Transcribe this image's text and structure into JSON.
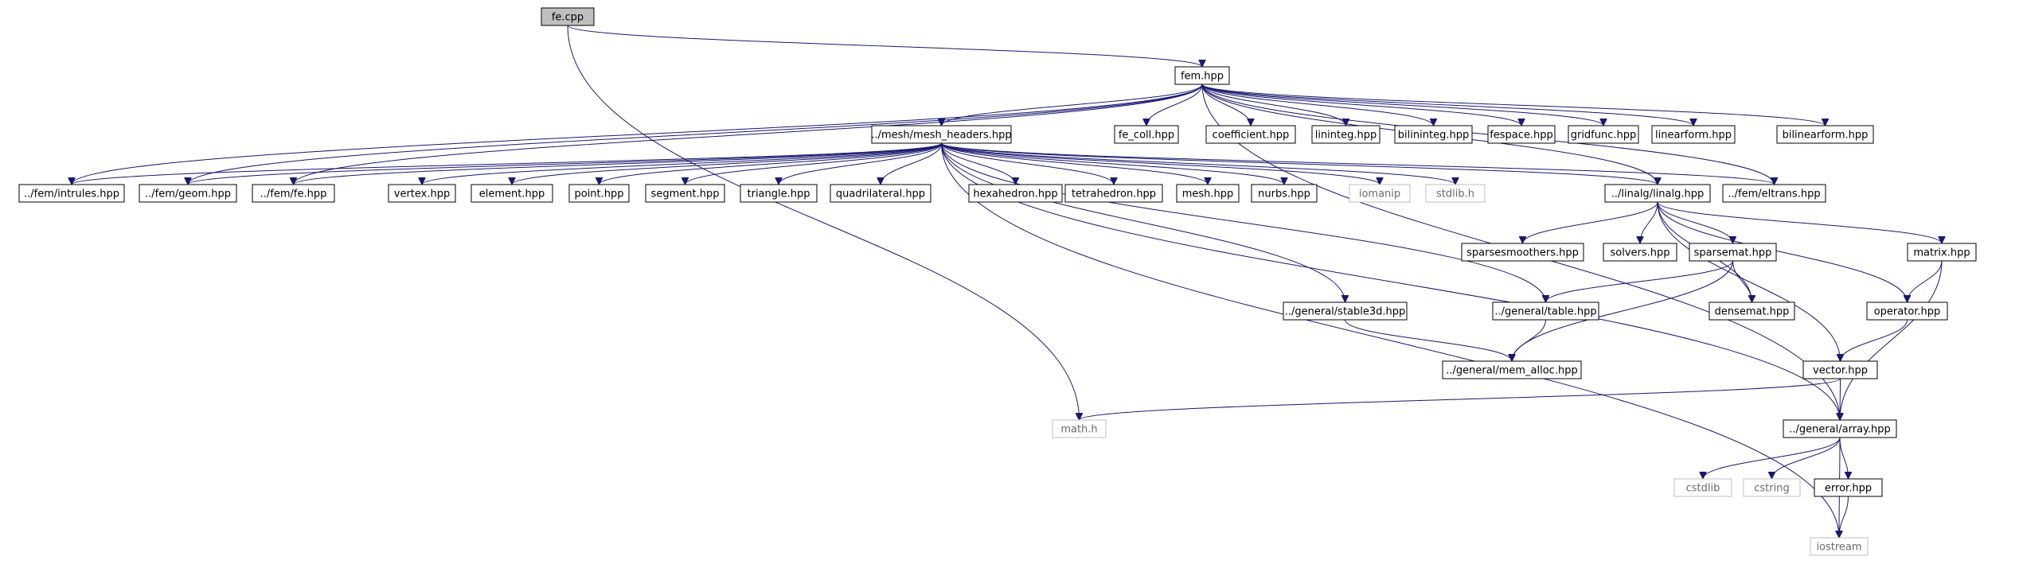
{
  "graph": {
    "root": "fe.cpp",
    "colors": {
      "edge": "#191970",
      "node_border": "#000000",
      "system_border": "#bfbfbf",
      "root_fill": "#bfbfbf",
      "system_text": "#6b6b6b"
    },
    "nodes": [
      {
        "id": "fe_cpp",
        "label": "fe.cpp",
        "kind": "root"
      },
      {
        "id": "fem_hpp",
        "label": "fem.hpp",
        "kind": "file"
      },
      {
        "id": "mesh_headers",
        "label": "../mesh/mesh_headers.hpp",
        "kind": "file"
      },
      {
        "id": "fe_coll",
        "label": "fe_coll.hpp",
        "kind": "file"
      },
      {
        "id": "coefficient",
        "label": "coefficient.hpp",
        "kind": "file"
      },
      {
        "id": "lininteg",
        "label": "lininteg.hpp",
        "kind": "file"
      },
      {
        "id": "bilininteg",
        "label": "bilininteg.hpp",
        "kind": "file"
      },
      {
        "id": "fespace",
        "label": "fespace.hpp",
        "kind": "file"
      },
      {
        "id": "gridfunc",
        "label": "gridfunc.hpp",
        "kind": "file"
      },
      {
        "id": "linearform",
        "label": "linearform.hpp",
        "kind": "file"
      },
      {
        "id": "bilinearform",
        "label": "bilinearform.hpp",
        "kind": "file"
      },
      {
        "id": "intrules",
        "label": "../fem/intrules.hpp",
        "kind": "file"
      },
      {
        "id": "geom",
        "label": "../fem/geom.hpp",
        "kind": "file"
      },
      {
        "id": "fe_hpp",
        "label": "../fem/fe.hpp",
        "kind": "file"
      },
      {
        "id": "vertex",
        "label": "vertex.hpp",
        "kind": "file"
      },
      {
        "id": "element",
        "label": "element.hpp",
        "kind": "file"
      },
      {
        "id": "point",
        "label": "point.hpp",
        "kind": "file"
      },
      {
        "id": "segment",
        "label": "segment.hpp",
        "kind": "file"
      },
      {
        "id": "triangle",
        "label": "triangle.hpp",
        "kind": "file"
      },
      {
        "id": "quadrilateral",
        "label": "quadrilateral.hpp",
        "kind": "file"
      },
      {
        "id": "hexahedron",
        "label": "hexahedron.hpp",
        "kind": "file"
      },
      {
        "id": "tetrahedron",
        "label": "tetrahedron.hpp",
        "kind": "file"
      },
      {
        "id": "mesh",
        "label": "mesh.hpp",
        "kind": "file"
      },
      {
        "id": "nurbs",
        "label": "nurbs.hpp",
        "kind": "file"
      },
      {
        "id": "iomanip",
        "label": "iomanip",
        "kind": "system"
      },
      {
        "id": "stdlib",
        "label": "stdlib.h",
        "kind": "system"
      },
      {
        "id": "linalg",
        "label": "../linalg/linalg.hpp",
        "kind": "file"
      },
      {
        "id": "eltrans",
        "label": "../fem/eltrans.hpp",
        "kind": "file"
      },
      {
        "id": "sparsesmoothers",
        "label": "sparsesmoothers.hpp",
        "kind": "file"
      },
      {
        "id": "solvers",
        "label": "solvers.hpp",
        "kind": "file"
      },
      {
        "id": "sparsemat",
        "label": "sparsemat.hpp",
        "kind": "file"
      },
      {
        "id": "matrix",
        "label": "matrix.hpp",
        "kind": "file"
      },
      {
        "id": "stable3d",
        "label": "../general/stable3d.hpp",
        "kind": "file"
      },
      {
        "id": "table",
        "label": "../general/table.hpp",
        "kind": "file"
      },
      {
        "id": "densemat",
        "label": "densemat.hpp",
        "kind": "file"
      },
      {
        "id": "operator",
        "label": "operator.hpp",
        "kind": "file"
      },
      {
        "id": "mem_alloc",
        "label": "../general/mem_alloc.hpp",
        "kind": "file"
      },
      {
        "id": "vector",
        "label": "vector.hpp",
        "kind": "file"
      },
      {
        "id": "math_h",
        "label": "math.h",
        "kind": "system"
      },
      {
        "id": "array",
        "label": "../general/array.hpp",
        "kind": "file"
      },
      {
        "id": "cstdlib",
        "label": "cstdlib",
        "kind": "system"
      },
      {
        "id": "cstring",
        "label": "cstring",
        "kind": "system"
      },
      {
        "id": "error",
        "label": "error.hpp",
        "kind": "file"
      },
      {
        "id": "iostream",
        "label": "iostream",
        "kind": "system"
      }
    ],
    "edges": [
      [
        "fe_cpp",
        "fem_hpp"
      ],
      [
        "fe_cpp",
        "math_h"
      ],
      [
        "fem_hpp",
        "mesh_headers"
      ],
      [
        "fem_hpp",
        "fe_coll"
      ],
      [
        "fem_hpp",
        "coefficient"
      ],
      [
        "fem_hpp",
        "lininteg"
      ],
      [
        "fem_hpp",
        "bilininteg"
      ],
      [
        "fem_hpp",
        "fespace"
      ],
      [
        "fem_hpp",
        "gridfunc"
      ],
      [
        "fem_hpp",
        "linearform"
      ],
      [
        "fem_hpp",
        "bilinearform"
      ],
      [
        "fem_hpp",
        "intrules"
      ],
      [
        "fem_hpp",
        "geom"
      ],
      [
        "fem_hpp",
        "fe_hpp"
      ],
      [
        "fem_hpp",
        "linalg"
      ],
      [
        "fem_hpp",
        "eltrans"
      ],
      [
        "fem_hpp",
        "array"
      ],
      [
        "mesh_headers",
        "intrules"
      ],
      [
        "mesh_headers",
        "geom"
      ],
      [
        "mesh_headers",
        "fe_hpp"
      ],
      [
        "mesh_headers",
        "vertex"
      ],
      [
        "mesh_headers",
        "element"
      ],
      [
        "mesh_headers",
        "point"
      ],
      [
        "mesh_headers",
        "segment"
      ],
      [
        "mesh_headers",
        "triangle"
      ],
      [
        "mesh_headers",
        "quadrilateral"
      ],
      [
        "mesh_headers",
        "hexahedron"
      ],
      [
        "mesh_headers",
        "tetrahedron"
      ],
      [
        "mesh_headers",
        "mesh"
      ],
      [
        "mesh_headers",
        "nurbs"
      ],
      [
        "mesh_headers",
        "iomanip"
      ],
      [
        "mesh_headers",
        "stdlib"
      ],
      [
        "mesh_headers",
        "linalg"
      ],
      [
        "mesh_headers",
        "eltrans"
      ],
      [
        "mesh_headers",
        "stable3d"
      ],
      [
        "mesh_headers",
        "table"
      ],
      [
        "mesh_headers",
        "array"
      ],
      [
        "mesh_headers",
        "iostream"
      ],
      [
        "linalg",
        "sparsesmoothers"
      ],
      [
        "linalg",
        "solvers"
      ],
      [
        "linalg",
        "sparsemat"
      ],
      [
        "linalg",
        "densemat"
      ],
      [
        "linalg",
        "matrix"
      ],
      [
        "linalg",
        "operator"
      ],
      [
        "linalg",
        "vector"
      ],
      [
        "sparsemat",
        "table"
      ],
      [
        "sparsemat",
        "densemat"
      ],
      [
        "sparsemat",
        "mem_alloc"
      ],
      [
        "matrix",
        "operator"
      ],
      [
        "matrix",
        "array"
      ],
      [
        "stable3d",
        "mem_alloc"
      ],
      [
        "table",
        "mem_alloc"
      ],
      [
        "operator",
        "vector"
      ],
      [
        "vector",
        "math_h"
      ],
      [
        "vector",
        "array"
      ],
      [
        "array",
        "cstdlib"
      ],
      [
        "array",
        "cstring"
      ],
      [
        "array",
        "error"
      ],
      [
        "array",
        "iostream"
      ],
      [
        "error",
        "iostream"
      ]
    ]
  }
}
